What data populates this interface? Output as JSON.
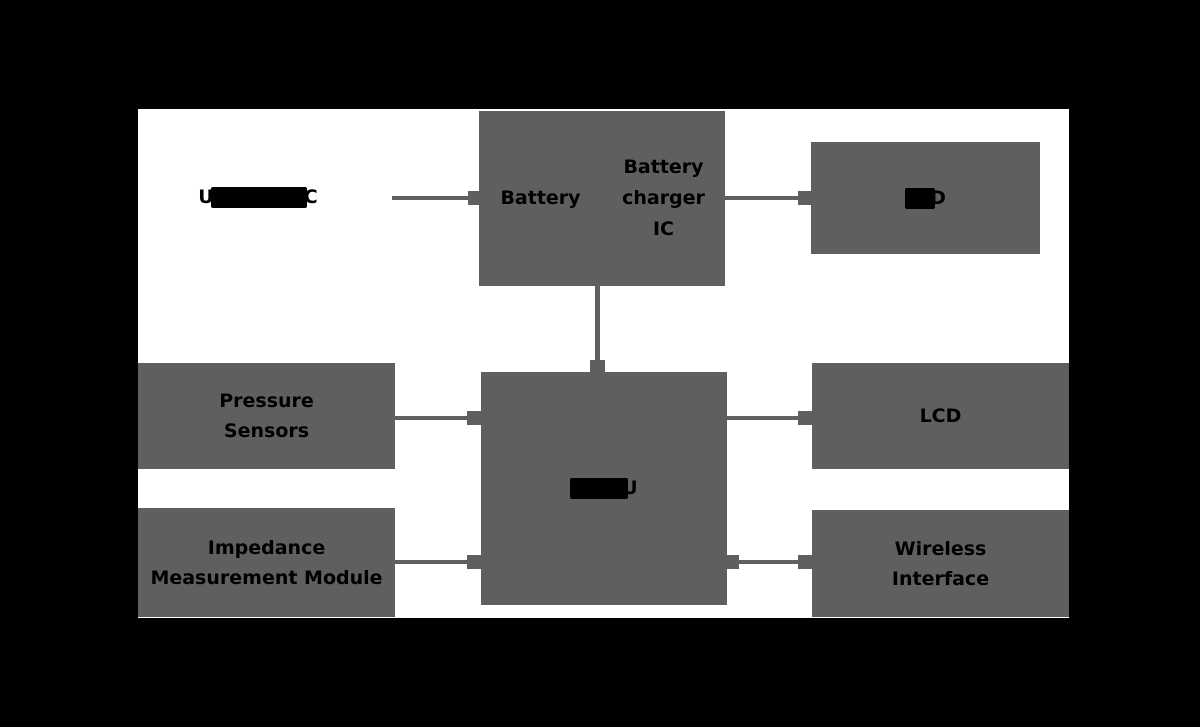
{
  "colors": {
    "background": "#000000",
    "diagram_canvas": "#ffffff",
    "block_fill": "#5f5f5f",
    "connector": "#5f5f5f",
    "label_text": "#000000",
    "redaction_bar": "#000000"
  },
  "nodes": {
    "usb": {
      "visible_start": "U",
      "visible_end": "C",
      "redacted": true
    },
    "battery": {
      "label": "Battery"
    },
    "battery_charger": {
      "label": "Battery charger IC"
    },
    "led": {
      "visible_end": "D",
      "redacted": true
    },
    "pressure": {
      "label": "Pressure\nSensors"
    },
    "mcu": {
      "visible_end": "U",
      "redacted": true
    },
    "lcd": {
      "label": "LCD"
    },
    "impedance": {
      "label": "Impedance\nMeasurement Module"
    },
    "wireless": {
      "label": "Wireless\nInterface"
    }
  },
  "edges": [
    {
      "from": "usb",
      "to": "battery_charger",
      "arrow": "into-battery-charger"
    },
    {
      "from": "battery_charger",
      "to": "led",
      "arrow": "into-led"
    },
    {
      "from": "battery_charger",
      "to": "mcu",
      "arrow": "into-mcu-top"
    },
    {
      "from": "pressure",
      "to": "mcu",
      "arrow": "into-mcu"
    },
    {
      "from": "mcu",
      "to": "lcd",
      "arrow": "into-lcd"
    },
    {
      "from": "impedance",
      "to": "mcu",
      "arrow": "into-mcu"
    },
    {
      "from": "mcu",
      "to": "wireless",
      "arrow": "both-ends"
    }
  ]
}
